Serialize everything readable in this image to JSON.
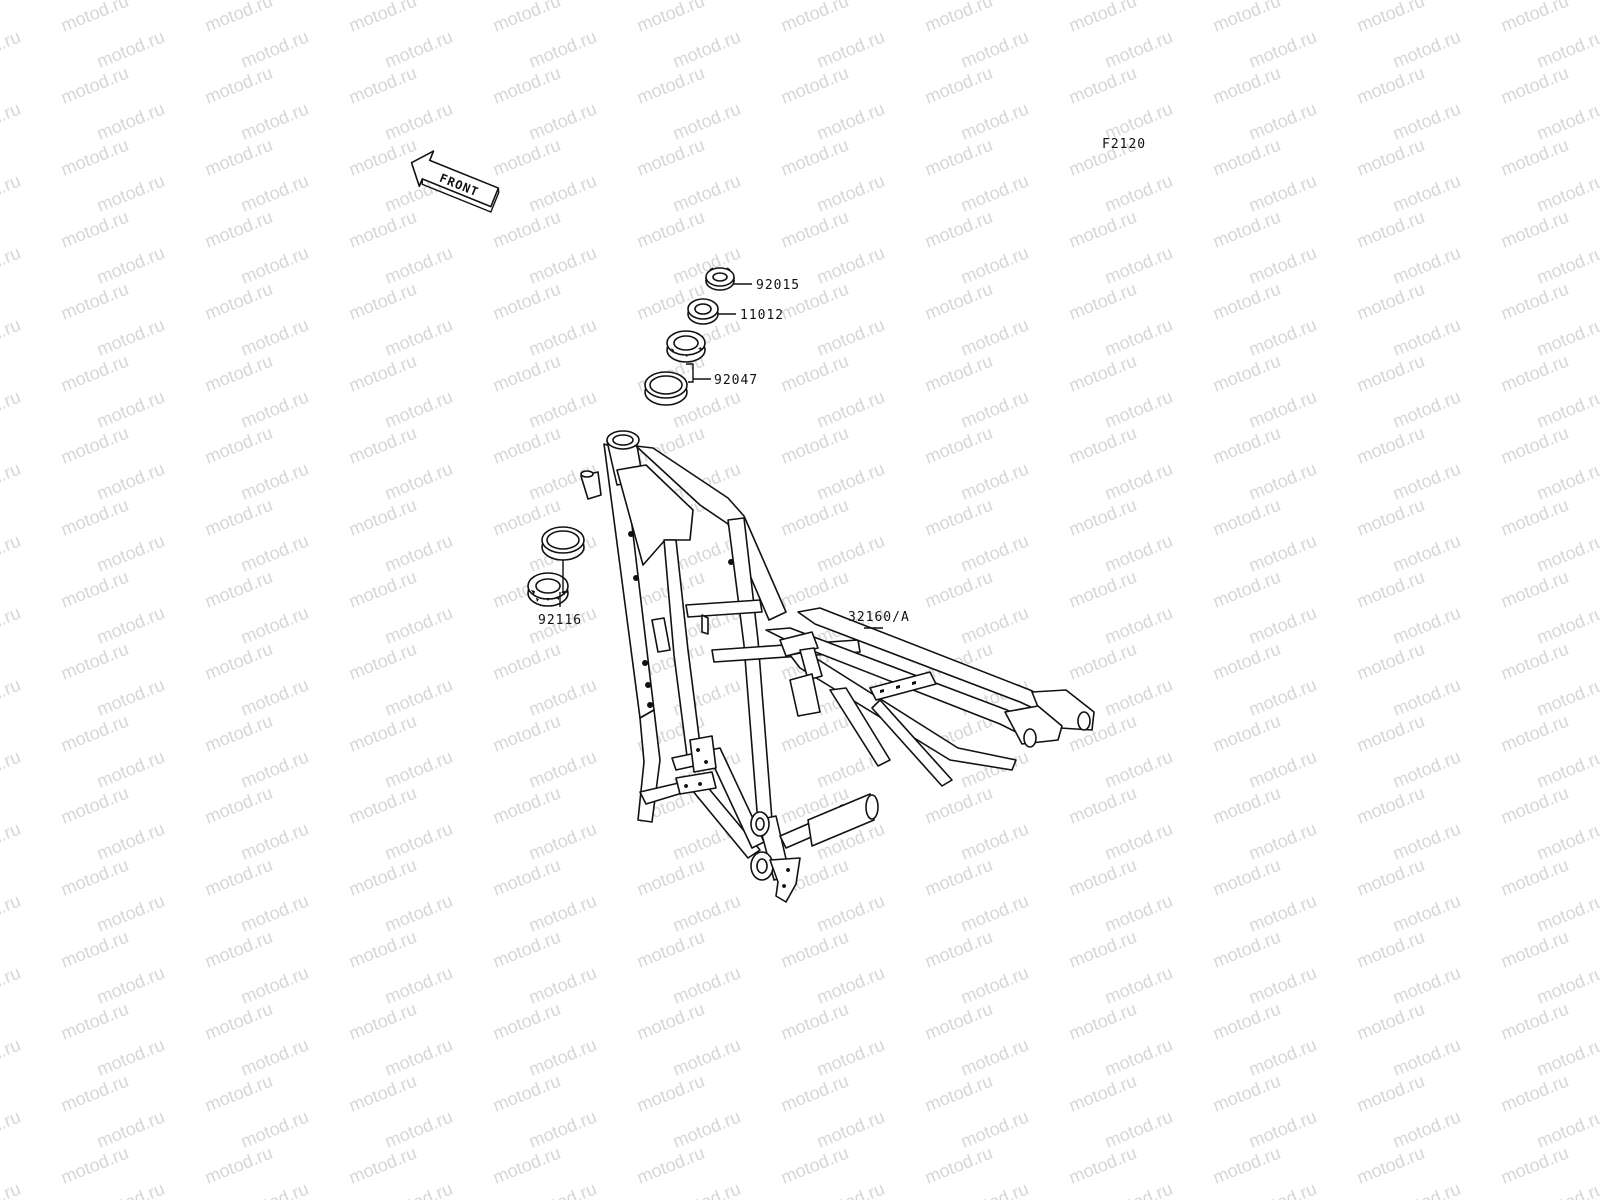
{
  "diagram": {
    "figure_code": "F2120",
    "front_label": "FRONT",
    "watermark_text": "motod.ru",
    "callouts": [
      {
        "id": "c92015",
        "part_number": "92015"
      },
      {
        "id": "c11012",
        "part_number": "11012"
      },
      {
        "id": "c92047",
        "part_number": "92047"
      },
      {
        "id": "c92116",
        "part_number": "92116"
      },
      {
        "id": "c32160",
        "part_number": "32160/A"
      }
    ]
  },
  "colors": {
    "line": "#111111",
    "watermark": "#d6d6d6",
    "background": "#ffffff"
  }
}
